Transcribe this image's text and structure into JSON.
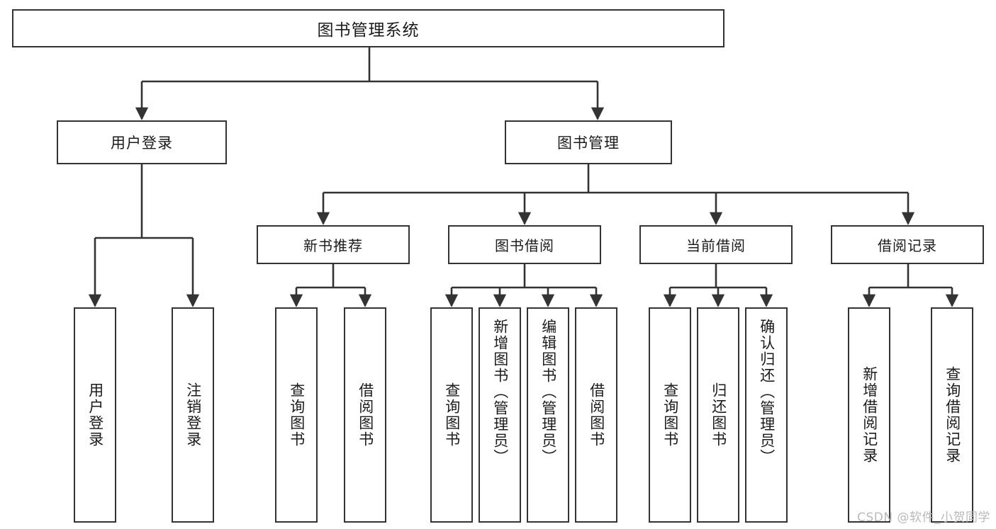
{
  "diagram": {
    "title": "图书管理系统",
    "type": "tree-hierarchy-chart",
    "watermark": "CSDN @软件_小贺同学",
    "colors": {
      "box_border": "#333333",
      "box_fill": "#ffffff",
      "connector": "#333333",
      "text": "#1b1b1b",
      "watermark": "#b9b9b9",
      "background": "#ffffff"
    }
  },
  "root": {
    "label": "图书管理系统"
  },
  "level1": [
    {
      "id": "user-login",
      "label": "用户登录"
    },
    {
      "id": "book-management",
      "label": "图书管理"
    }
  ],
  "level2": [
    {
      "id": "new-book-recommend",
      "label": "新书推荐"
    },
    {
      "id": "book-borrow",
      "label": "图书借阅"
    },
    {
      "id": "current-borrow",
      "label": "当前借阅"
    },
    {
      "id": "borrow-record",
      "label": "借阅记录"
    }
  ],
  "leaves": {
    "user_login": [
      {
        "id": "leaf-user-login",
        "label": "用户登录"
      },
      {
        "id": "leaf-logout-login",
        "label": "注销登录"
      }
    ],
    "new_book_recommend": [
      {
        "id": "leaf-query-book-1",
        "label": "查询图书"
      },
      {
        "id": "leaf-borrow-book-1",
        "label": "借阅图书"
      }
    ],
    "book_borrow": [
      {
        "id": "leaf-query-book-2",
        "label": "查询图书"
      },
      {
        "id": "leaf-add-book-admin",
        "label": "新增图书（管理员）"
      },
      {
        "id": "leaf-edit-book-admin",
        "label": "编辑图书（管理员）"
      },
      {
        "id": "leaf-borrow-book-2",
        "label": "借阅图书"
      }
    ],
    "current_borrow": [
      {
        "id": "leaf-query-book-3",
        "label": "查询图书"
      },
      {
        "id": "leaf-return-book",
        "label": "归还图书"
      },
      {
        "id": "leaf-confirm-return-admin",
        "label": "确认归还（管理员）"
      }
    ],
    "borrow_record": [
      {
        "id": "leaf-add-borrow-record",
        "label": "新增借阅记录"
      },
      {
        "id": "leaf-query-borrow-record",
        "label": "查询借阅记录"
      }
    ]
  }
}
